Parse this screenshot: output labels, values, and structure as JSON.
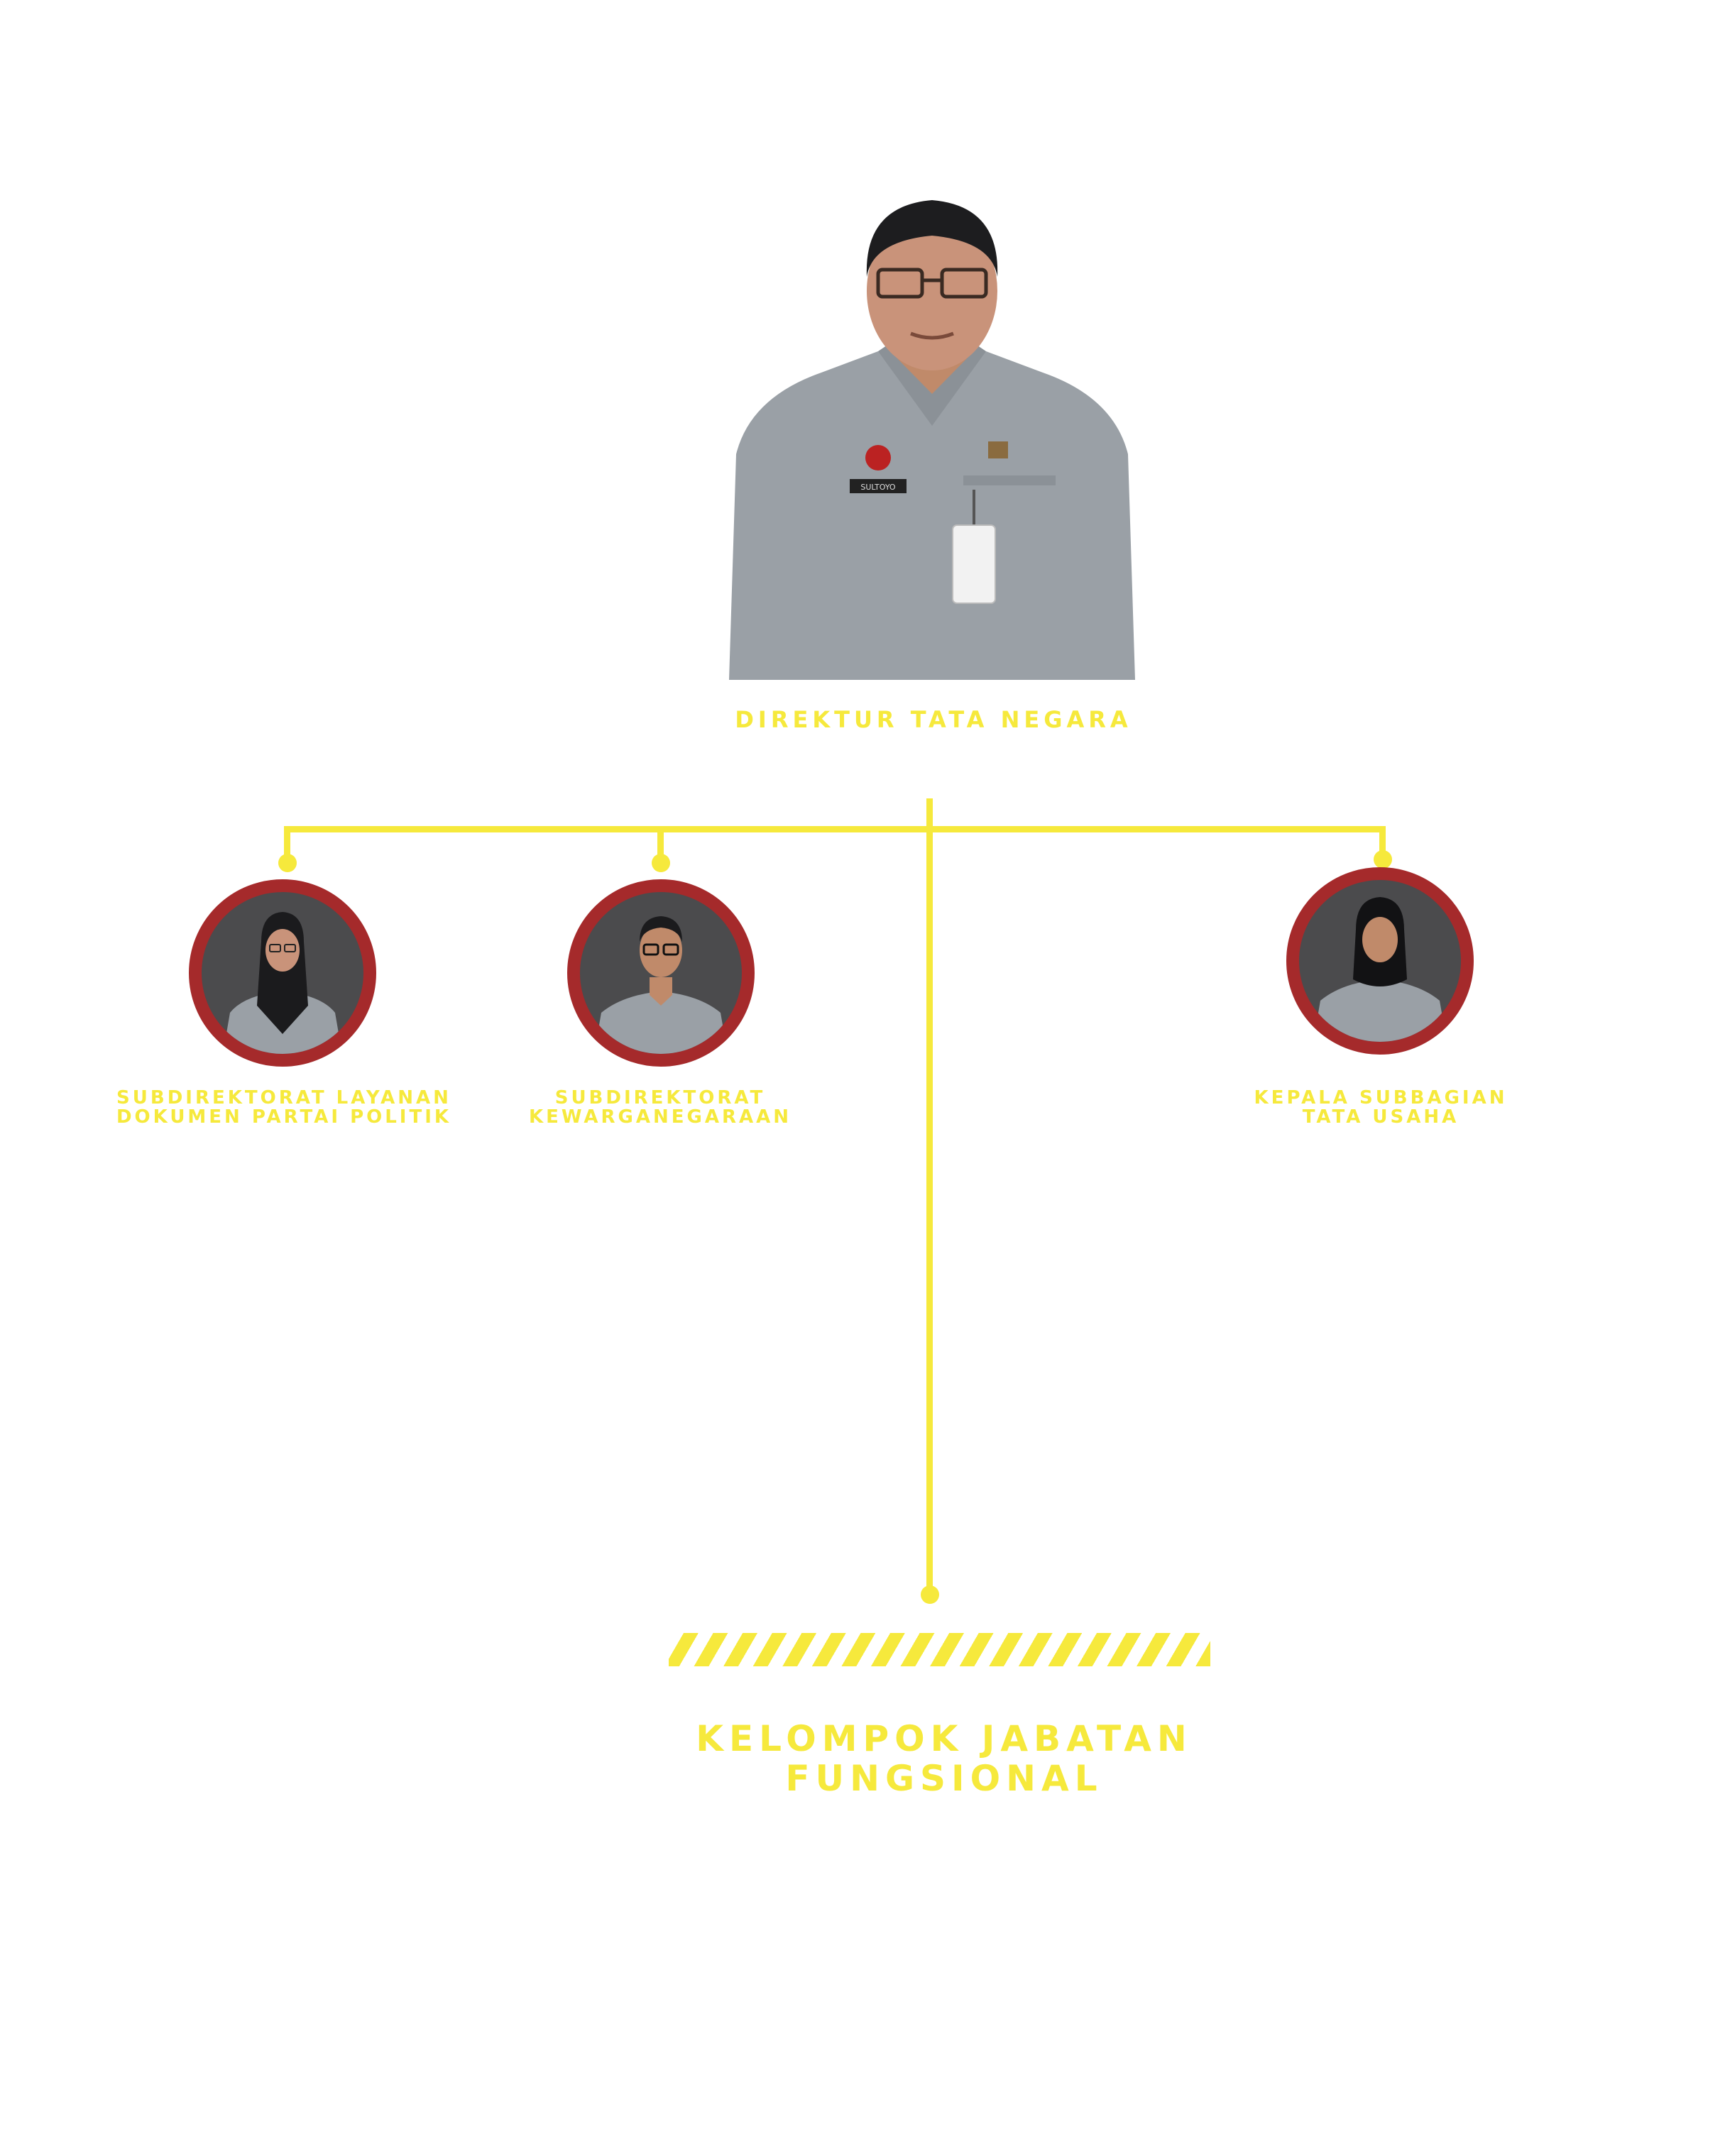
{
  "colors": {
    "accent_yellow": "#f6e93c",
    "ring_red": "#a52a2b",
    "photo_bg": "#4b4b4d",
    "uniform_gray": "#9aa0a6"
  },
  "director": {
    "title": "DIREKTUR TATA NEGARA",
    "nametag": "SULTOYO"
  },
  "subunits": [
    {
      "title_line1": "SUBDIREKTORAT LAYANAN",
      "title_line2": "DOKUMEN PARTAI POLITIK"
    },
    {
      "title_line1": "SUBDIREKTORAT",
      "title_line2": "KEWARGANEGARAAN"
    },
    {
      "title_line1": "KEPALA SUBBAGIAN",
      "title_line2": "TATA USAHA"
    }
  ],
  "functional": {
    "title_line1": "KELOMPOK JABATAN",
    "title_line2": "FUNGSIONAL"
  }
}
